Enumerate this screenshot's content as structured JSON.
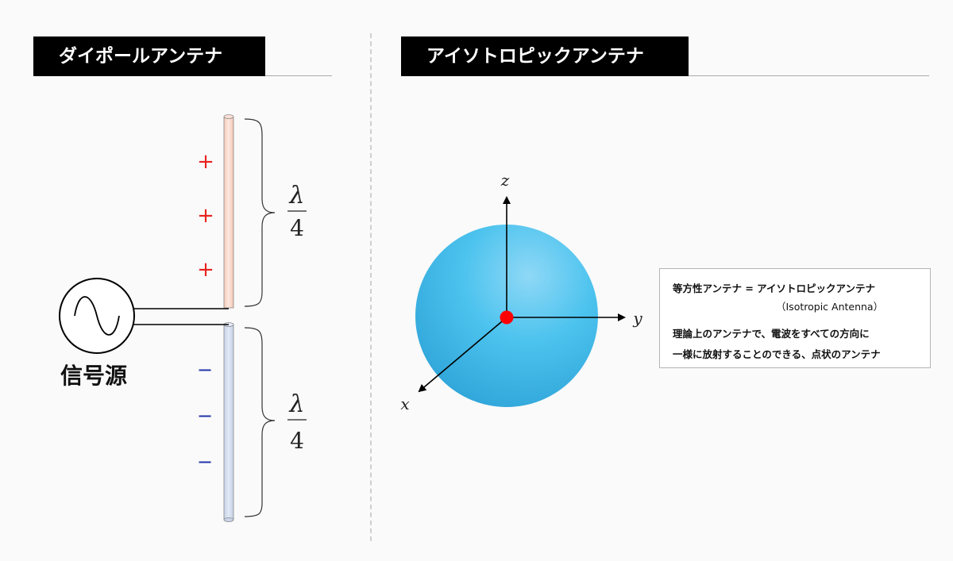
{
  "left_panel": {
    "title": "ダイポールアンテナ",
    "source_label": "信号源",
    "upper_signs": [
      "+",
      "+",
      "+"
    ],
    "lower_signs": [
      "−",
      "−",
      "−"
    ],
    "upper_fraction": {
      "numerator": "λ",
      "denominator": "4"
    },
    "lower_fraction": {
      "numerator": "λ",
      "denominator": "4"
    }
  },
  "right_panel": {
    "title": "アイソトロピックアンテナ",
    "axes": {
      "z": "z",
      "y": "y",
      "x": "x"
    },
    "info": {
      "line1": "等方性アンテナ = アイソトロピックアンテナ",
      "line2": "（Isotropic Antenna）",
      "line3": "理論上のアンテナで、電波をすべての方向に",
      "line4": "一様に放射することのできる、点状のアンテナ"
    }
  },
  "colors": {
    "upper_rod": "#fde3d8",
    "lower_rod": "#dbe3f2",
    "plus": "#e8221f",
    "minus": "#2233aa",
    "sphere": "#4cc3ee",
    "origin_dot": "#ff0000"
  }
}
